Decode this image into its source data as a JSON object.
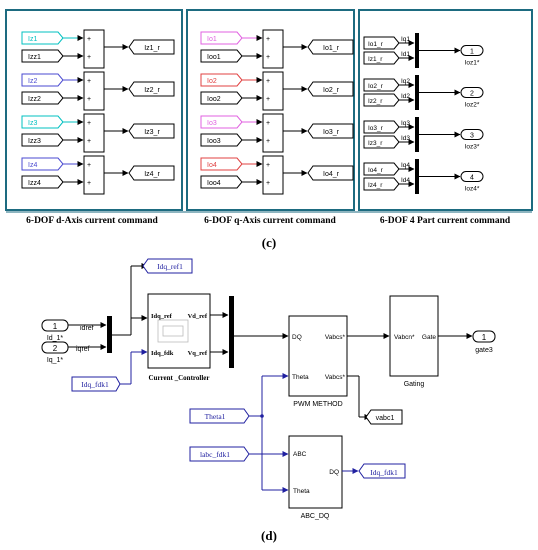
{
  "panel_c": {
    "daxis": {
      "caption": "6-DOF d-Axis current command",
      "groups": [
        {
          "top": "Iz1",
          "bottom": "Izz1",
          "out": "Iz1_r",
          "color": "#00c0c0"
        },
        {
          "top": "Iz2",
          "bottom": "Izz2",
          "out": "Iz2_r",
          "color": "#4a4ad0"
        },
        {
          "top": "Iz3",
          "bottom": "Izz3",
          "out": "Iz3_r",
          "color": "#00c0c0"
        },
        {
          "top": "Iz4",
          "bottom": "Izz4",
          "out": "Iz4_r",
          "color": "#4a4ad0"
        }
      ]
    },
    "qaxis": {
      "caption": "6-DOF q-Axis current command",
      "groups": [
        {
          "top": "Io1",
          "bottom": "Ioo1",
          "out": "Io1_r",
          "color": "#e060e0"
        },
        {
          "top": "Io2",
          "bottom": "Ioo2",
          "out": "Io2_r",
          "color": "#e04040"
        },
        {
          "top": "Io3",
          "bottom": "Ioo3",
          "out": "Io3_r",
          "color": "#e060e0"
        },
        {
          "top": "Io4",
          "bottom": "Ioo4",
          "out": "Io4_r",
          "color": "#e04040"
        }
      ]
    },
    "parts": {
      "caption": "6-DOF 4 Part current command",
      "groups": [
        {
          "in1": "Io1_r",
          "in2": "Iz1_r",
          "lbl1": "Iq1",
          "lbl2": "Id1",
          "port": "1",
          "out": "Ioz1*"
        },
        {
          "in1": "Io2_r",
          "in2": "Iz2_r",
          "lbl1": "Iq2",
          "lbl2": "Id2",
          "port": "2",
          "out": "Ioz2*"
        },
        {
          "in1": "Io3_r",
          "in2": "Iz3_r",
          "lbl1": "Iq3",
          "lbl2": "Id3",
          "port": "3",
          "out": "Ioz3*"
        },
        {
          "in1": "Io4_r",
          "in2": "Iz4_r",
          "lbl1": "Iq4",
          "lbl2": "Id4",
          "port": "4",
          "out": "Ioz4*"
        }
      ]
    },
    "label": "(c)",
    "plus": "+"
  },
  "panel_d": {
    "label": "(d)",
    "inport1": {
      "num": "1",
      "name": "Id_1*"
    },
    "inport2": {
      "num": "2",
      "name": "Iq_1*"
    },
    "mux_labels": {
      "top": "idref",
      "bottom": "iqref"
    },
    "goto_idq_ref": "Idq_ref1",
    "from_idq_fdk": "Idq_fdk1",
    "controller": {
      "port_idq_ref": "Idq_ref",
      "port_idq_fdk": "Idq_fdk",
      "port_vd": "Vd_ref",
      "port_vq": "Vq_ref",
      "name": "Current _Controller"
    },
    "pwm": {
      "port_dq": "DQ",
      "port_theta": "Theta",
      "port_vabcs1": "Vabcs*",
      "port_vabcs2": "Vabcs*",
      "name": "PWM METHOD"
    },
    "gating": {
      "port_in": "Vabcn*",
      "port_out": "Gate",
      "name": "Gating"
    },
    "outport": {
      "num": "1",
      "name": "gate3"
    },
    "from_theta": "Theta1",
    "from_abc": "labc_fdk1",
    "goto_vabc": "vabc1",
    "abcdq": {
      "port_abc": "ABC",
      "port_theta": "Theta",
      "port_dq": "DQ",
      "name": "ABC_DQ"
    },
    "goto_idq_fdk": "Idq_fdk1"
  }
}
